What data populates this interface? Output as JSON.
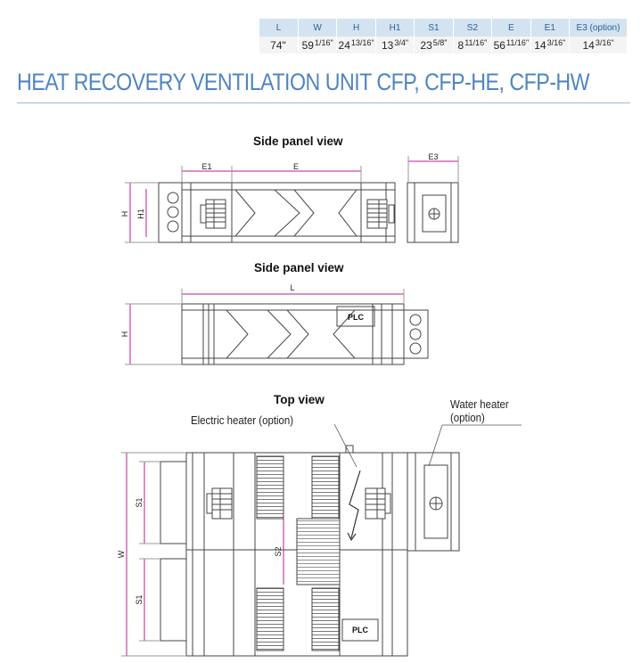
{
  "spec_table": {
    "headers": [
      "L",
      "W",
      "H",
      "H1",
      "S1",
      "S2",
      "E",
      "E1",
      "E3 (option)"
    ],
    "values": [
      {
        "whole": "74\"",
        "frac": ""
      },
      {
        "whole": "59",
        "frac": "1/16\""
      },
      {
        "whole": "24",
        "frac": "13/16\""
      },
      {
        "whole": "13",
        "frac": "3/4\""
      },
      {
        "whole": "23",
        "frac": "5/8\""
      },
      {
        "whole": "8",
        "frac": "11/16\""
      },
      {
        "whole": "56",
        "frac": "11/16\""
      },
      {
        "whole": "14",
        "frac": "3/16\""
      },
      {
        "whole": "14",
        "frac": "3/16\""
      }
    ]
  },
  "title": "HEAT RECOVERY VENTILATION UNIT CFP, CFP-HE, CFP-HW",
  "views": {
    "side1_title": "Side panel view",
    "side2_title": "Side panel view",
    "top_title": "Top view"
  },
  "annotations": {
    "electric_heater": "Electric heater (option)",
    "water_heater": "Water heater (option)"
  },
  "dimension_labels": {
    "E1": "E1",
    "E": "E",
    "E3": "E3",
    "H": "H",
    "H1": "H1",
    "L": "L",
    "W": "W",
    "S1": "S1",
    "S2": "S2"
  },
  "plc_label": "PLC",
  "colors": {
    "title": "#4f85c0",
    "dimension_line": "#c2188f",
    "table_header_bg": "#d3e3f1",
    "table_header_text": "#2c5f97",
    "table_value_bg": "#f4f4f4"
  }
}
